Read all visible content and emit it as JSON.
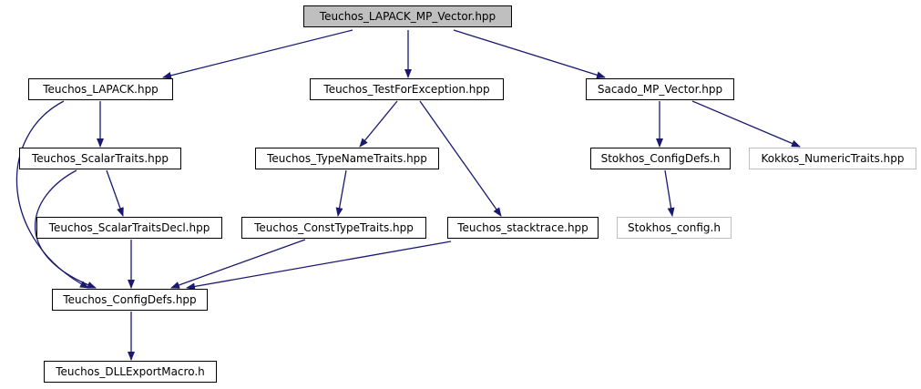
{
  "colors": {
    "edge": "#191970",
    "node_border": "#000000",
    "external_border": "#bfbfbf",
    "root_fill": "#bfbfbf"
  },
  "nodes": {
    "lapack_mp_vector": "Teuchos_LAPACK_MP_Vector.hpp",
    "lapack": "Teuchos_LAPACK.hpp",
    "test_for_exception": "Teuchos_TestForException.hpp",
    "sacado_mp_vector": "Sacado_MP_Vector.hpp",
    "scalar_traits": "Teuchos_ScalarTraits.hpp",
    "type_name_traits": "Teuchos_TypeNameTraits.hpp",
    "stokhos_config_defs": "Stokhos_ConfigDefs.h",
    "kokkos_numeric_traits": "Kokkos_NumericTraits.hpp",
    "scalar_traits_decl": "Teuchos_ScalarTraitsDecl.hpp",
    "const_type_traits": "Teuchos_ConstTypeTraits.hpp",
    "stacktrace": "Teuchos_stacktrace.hpp",
    "stokhos_config": "Stokhos_config.h",
    "config_defs": "Teuchos_ConfigDefs.hpp",
    "dll_export_macro": "Teuchos_DLLExportMacro.h"
  },
  "edges": [
    [
      "lapack_mp_vector",
      "lapack"
    ],
    [
      "lapack_mp_vector",
      "test_for_exception"
    ],
    [
      "lapack_mp_vector",
      "sacado_mp_vector"
    ],
    [
      "lapack",
      "scalar_traits"
    ],
    [
      "lapack",
      "config_defs"
    ],
    [
      "test_for_exception",
      "type_name_traits"
    ],
    [
      "test_for_exception",
      "stacktrace"
    ],
    [
      "sacado_mp_vector",
      "stokhos_config_defs"
    ],
    [
      "sacado_mp_vector",
      "kokkos_numeric_traits"
    ],
    [
      "scalar_traits",
      "scalar_traits_decl"
    ],
    [
      "scalar_traits",
      "config_defs"
    ],
    [
      "type_name_traits",
      "const_type_traits"
    ],
    [
      "stokhos_config_defs",
      "stokhos_config"
    ],
    [
      "scalar_traits_decl",
      "config_defs"
    ],
    [
      "const_type_traits",
      "config_defs"
    ],
    [
      "stacktrace",
      "config_defs"
    ],
    [
      "config_defs",
      "dll_export_macro"
    ]
  ]
}
